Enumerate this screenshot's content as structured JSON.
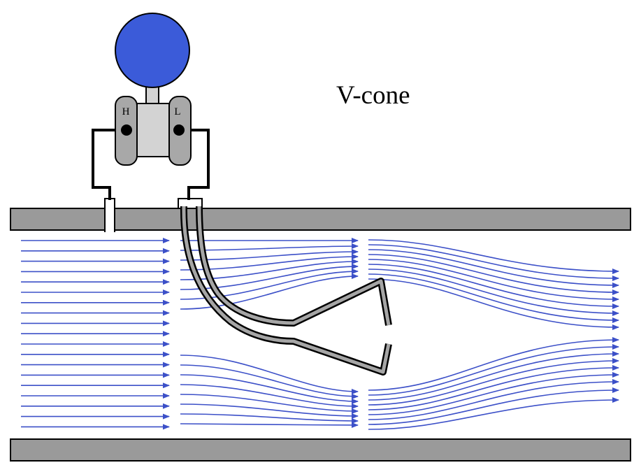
{
  "diagram": {
    "title": "V-cone",
    "port_high": "H",
    "port_low": "L"
  },
  "colors": {
    "gauge_face": "#3b5bd9",
    "pipe": "#9a9a9a",
    "transmitter_body": "#d3d3d3",
    "flange": "#a8a8a8",
    "flow_lines": "#3c50c8",
    "impulse_line": "#000000"
  },
  "icons": {
    "transmitter": "differential-pressure-transmitter-icon",
    "cone": "v-cone-element-icon"
  }
}
